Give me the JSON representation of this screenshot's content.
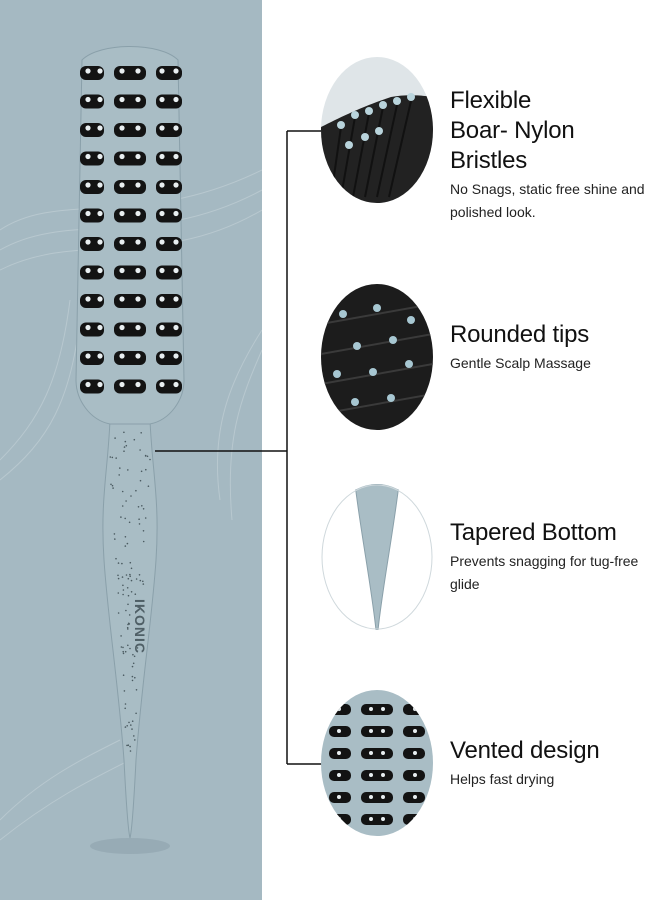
{
  "brand": "IKONIC",
  "colors": {
    "panel": "#a5b9c2",
    "brush_body": "#a9bdc5",
    "bristle": "#131313",
    "text": "#111111"
  },
  "features": [
    {
      "title": "Flexible\nBoar- Nylon Bristles",
      "description": "No Snags, static free shine and polished look.",
      "image_icon": "bristles-closeup-image"
    },
    {
      "title": "Rounded tips",
      "description": "Gentle Scalp Massage",
      "image_icon": "rounded-tips-closeup-image"
    },
    {
      "title": "Tapered Bottom",
      "description": "Prevents snagging for tug-free glide",
      "image_icon": "tapered-handle-closeup-image"
    },
    {
      "title": "Vented design",
      "description": "Helps fast drying",
      "image_icon": "vented-barrel-closeup-image"
    }
  ]
}
